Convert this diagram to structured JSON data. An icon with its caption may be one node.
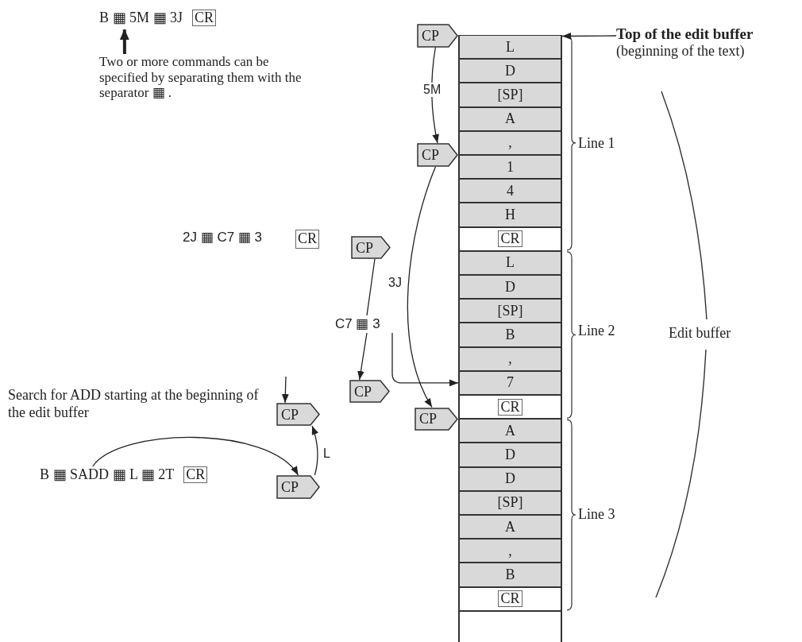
{
  "diagram": {
    "nodes": [
      {
        "text": [
          "CP"
        ]
      },
      {
        "text": [
          "Top of the edit buffer",
          "(beginning of the text)"
        ]
      },
      {
        "text": [
          "Two or more commands can be specified by separating them with the separator ▦ ."
        ]
      },
      {
        "text": [
          "CP"
        ]
      },
      {
        "text": [
          "CP"
        ]
      },
      {
        "text": [
          "C7 ▦ 3"
        ]
      },
      {
        "text": [
          "CP"
        ]
      },
      {
        "text": [
          "CP"
        ]
      },
      {
        "text": [
          "CP"
        ]
      },
      {
        "text": [
          "B ▦ SADD ▦ L ▦ 2T",
          "CR"
        ]
      },
      {
        "text": [
          "CP"
        ]
      },
      {
        "text": [
          "L"
        ]
      },
      {
        "text": [
          "D"
        ]
      },
      {
        "text": [
          "[SP]"
        ]
      },
      {
        "text": [
          "A"
        ]
      },
      {
        "text": [
          ","
        ]
      },
      {
        "text": [
          "1"
        ]
      },
      {
        "text": [
          "4"
        ]
      },
      {
        "text": [
          "H"
        ]
      },
      {
        "text": [
          "CR"
        ]
      },
      {
        "text": [
          "L"
        ]
      },
      {
        "text": [
          "D"
        ]
      },
      {
        "text": [
          "[SP]"
        ]
      },
      {
        "text": [
          "B"
        ]
      },
      {
        "text": [
          ","
        ]
      },
      {
        "text": [
          "7"
        ]
      },
      {
        "text": [
          "CR"
        ]
      },
      {
        "text": [
          "A"
        ]
      },
      {
        "text": [
          "D"
        ]
      },
      {
        "text": [
          "D"
        ]
      },
      {
        "text": [
          "[SP]"
        ]
      },
      {
        "text": [
          "A"
        ]
      },
      {
        "text": [
          ","
        ]
      },
      {
        "text": [
          "B"
        ]
      },
      {
        "text": [
          "CR"
        ]
      },
      {
        "text": [],
        "shape": "box"
      },
      {
        "text": [
          "B ▦ 5M ▦ 3J",
          "CR"
        ]
      }
    ],
    "edges": [
      {
        "from": 0,
        "to": 3,
        "arrow": "to",
        "label": "5M"
      },
      {
        "from": 3,
        "to": 8,
        "arrow": "to",
        "label": "3J"
      },
      {
        "from": 4,
        "to": 5,
        "arrow": "none"
      },
      {
        "from": 5,
        "to": 6,
        "arrow": "to"
      },
      {
        "from": 5,
        "to": 25,
        "arrow": "to"
      },
      {
        "from": null,
        "to": 7,
        "arrow": "to"
      },
      {
        "from": 9,
        "to": 10,
        "arrow": "to"
      },
      {
        "from": 10,
        "to": 7,
        "arrow": "to",
        "label": "L"
      },
      {
        "from": 2,
        "to": 36,
        "arrow": "to",
        "style": "thick"
      },
      {
        "from": 1,
        "to": 11,
        "arrow": "to"
      }
    ],
    "labels": [
      "Line 1",
      "2J ▦ C7 ▦ 3",
      "CR",
      "Line 2",
      "Edit buffer",
      "Search for ADD starting at the beginning of the edit buffer",
      "Line 3"
    ]
  }
}
